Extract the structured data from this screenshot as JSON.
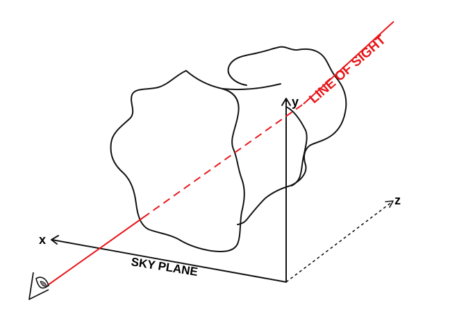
{
  "labels": {
    "line_of_sight": "LINE OF SIGHT",
    "sky_plane": "SKY PLANE",
    "axis_x": "x",
    "axis_y": "y",
    "axis_z": "z"
  },
  "colors": {
    "line_of_sight": "#e8161a",
    "ink": "#111111",
    "background": "#ffffff"
  },
  "icons": {
    "observer": "eye-icon"
  }
}
